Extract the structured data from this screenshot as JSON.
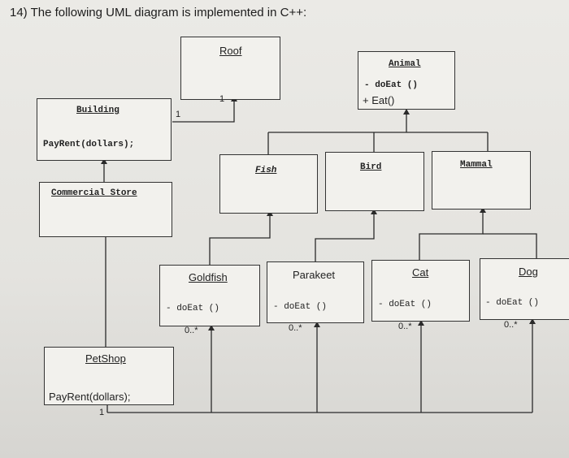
{
  "question": "14) The following UML diagram is implemented in C++:",
  "classes": {
    "roof": {
      "name": "Roof"
    },
    "animal": {
      "name": "Animal",
      "members": [
        "- doEat ()",
        "+ Eat()"
      ]
    },
    "building": {
      "name": "Building",
      "members": [
        "PayRent(dollars);"
      ]
    },
    "commercial": {
      "name": "Commercial Store"
    },
    "fish": {
      "name": "Fish"
    },
    "bird": {
      "name": "Bird"
    },
    "mammal": {
      "name": "Mammal"
    },
    "goldfish": {
      "name": "Goldfish",
      "members": [
        "- doEat ()"
      ],
      "multiplicity": "0..*"
    },
    "parakeet": {
      "name": "Parakeet",
      "members": [
        "- doEat ()"
      ],
      "multiplicity": "0..*"
    },
    "cat": {
      "name": "Cat",
      "members": [
        "- doEat ()"
      ],
      "multiplicity": "0..*"
    },
    "dog": {
      "name": "Dog",
      "members": [
        "- doEat ()"
      ],
      "multiplicity": "0..*"
    },
    "petshop": {
      "name": "PetShop",
      "members": [
        "PayRent(dollars);"
      ],
      "multiplicity": "1"
    }
  },
  "relations": {
    "roof_multiplicity": "1",
    "building_multiplicity": "1"
  }
}
